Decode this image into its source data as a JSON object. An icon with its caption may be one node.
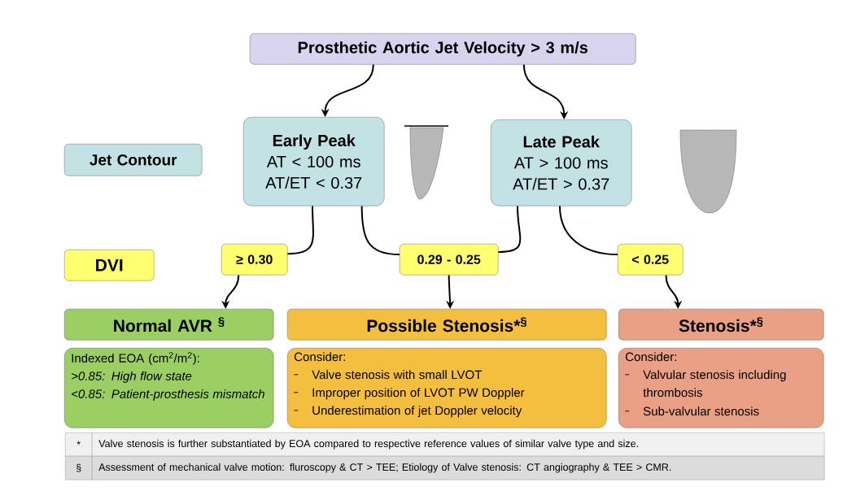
{
  "diagram": {
    "nodes": [
      {
        "text": [
          "Prosthetic Aortic Jet Velocity > 3 m/s"
        ]
      },
      {
        "text": [
          "Jet Contour"
        ]
      },
      {
        "text": [
          "Early Peak",
          "AT < 100 ms",
          "AT/ET < 0.37"
        ]
      },
      {
        "text": [
          "Late Peak",
          "AT > 100 ms",
          "AT/ET > 0.37"
        ]
      },
      {
        "text": [
          "DVI"
        ]
      },
      {
        "text": [
          "≥ 0.30"
        ]
      },
      {
        "text": [
          "0.29 - 0.25"
        ]
      },
      {
        "text": [
          "< 0.25"
        ]
      },
      {
        "text": [
          "Normal AVR $^{§}$"
        ]
      },
      {
        "text": [
          "Possible Stenosis*$^{§}$"
        ]
      },
      {
        "text": [
          "Stenosis*$^{§}$"
        ]
      },
      {
        "text": [
          "Indexed EOA (cm$^{2}$/m$^{2}$):",
          ">0.85: High flow state",
          "<0.85: Patient-prosthesis mismatch"
        ]
      },
      {
        "text": [
          "Consider:",
          "Valve stenosis with small LVOT",
          "Improper position of LVOT PW Doppler",
          "Underestimation of jet Doppler velocity"
        ]
      },
      {
        "text": [
          "Consider:",
          "Valvular stenosis including thrombosis",
          "Sub-valvular stenosis"
        ]
      }
    ],
    "edges": [
      {
        "from": 0,
        "to": 2,
        "arrow": "to"
      },
      {
        "from": 0,
        "to": 3,
        "arrow": "to"
      },
      {
        "from": 2,
        "to": 5,
        "arrow": "none"
      },
      {
        "from": 2,
        "to": 6,
        "arrow": "none"
      },
      {
        "from": 3,
        "to": 6,
        "arrow": "none"
      },
      {
        "from": 3,
        "to": 7,
        "arrow": "none"
      },
      {
        "from": 5,
        "to": 8,
        "arrow": "to"
      },
      {
        "from": 6,
        "to": 9,
        "arrow": "to"
      },
      {
        "from": 7,
        "to": 10,
        "arrow": "to"
      }
    ],
    "labels": [
      "*",
      "Valve stenosis is further substantiated  by EOA compared to respective reference values of similar valve type and size.",
      "§",
      "Assessment of mechanical valve motion: fluroscopy & CT > TEE; Etiology of Valve stenosis:  CT angiography & TEE > CMR."
    ]
  }
}
